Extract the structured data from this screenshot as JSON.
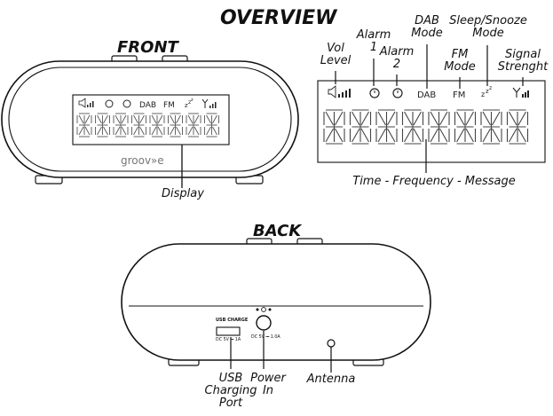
{
  "titles": {
    "overview": "OVERVIEW",
    "front": "FRONT",
    "back": "BACK"
  },
  "front": {
    "brand": "groov»e",
    "indicators": [
      "DAB",
      "FM"
    ],
    "display_label": "Display"
  },
  "lcd_callouts": {
    "vol_level": [
      "Vol",
      "Level"
    ],
    "alarm1": [
      "Alarm",
      "1"
    ],
    "alarm2": [
      "Alarm",
      "2"
    ],
    "dab_mode": [
      "DAB",
      "Mode"
    ],
    "fm_mode": [
      "FM",
      "Mode"
    ],
    "sleep_snooze": [
      "Sleep/Snooze",
      "Mode"
    ],
    "signal": [
      "Signal",
      "Strenght"
    ],
    "time_freq_msg": "Time - Frequency - Message",
    "dab_indicator": "DAB",
    "fm_indicator": "FM"
  },
  "back": {
    "usb_port_top": "USB CHARGE",
    "usb_port_bottom": "DC 5V ⎓ 1A",
    "power_port_text": "DC 5V ⎓ 1.0A",
    "callouts": {
      "usb": [
        "USB",
        "Charging",
        "Port"
      ],
      "power": [
        "Power",
        "In"
      ],
      "antenna": "Antenna"
    }
  }
}
